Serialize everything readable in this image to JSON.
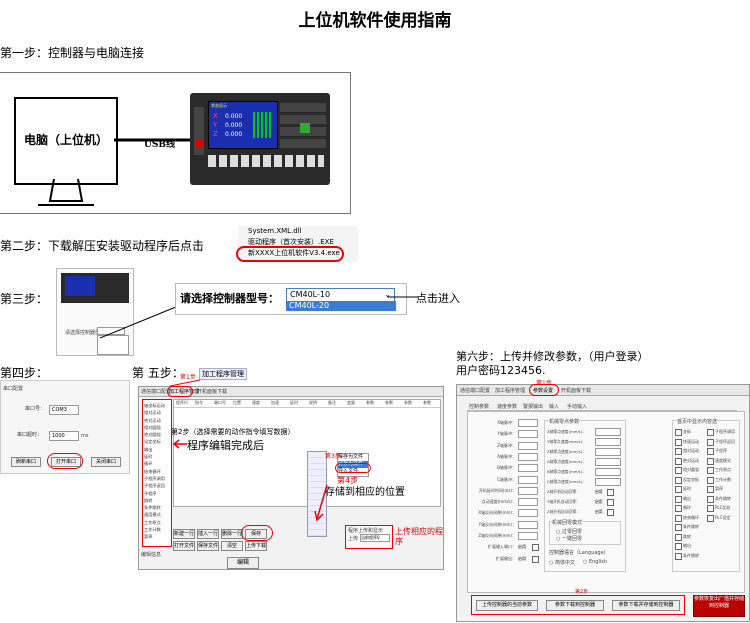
{
  "title": "上位机软件使用指南",
  "step1": {
    "label": "第一步：控制器与电脑连接",
    "pc": "电脑（上位机）",
    "usb": "USB线"
  },
  "step2": {
    "label": "第二步：下载解压安装驱动程序后点击",
    "files": [
      "System.XML.dll",
      "驱动程序（首次安装）.EXE",
      "新XXXX上位机软件V3.4.exe"
    ]
  },
  "step3": {
    "label": "第三步：",
    "prompt": "请选择控制器型号：",
    "selected": "CM40L-10",
    "options": [
      "CM40L-10",
      "CM40L-20"
    ],
    "note": "点击进入",
    "card_text": "请选择控制器型号"
  },
  "step4": {
    "label": "第四步：",
    "panel_title": "串口配置",
    "port_label": "串口号：",
    "port_value": "COM3",
    "timeout_label": "串口超时：",
    "timeout_value": "1000",
    "timeout_unit": "ms",
    "refresh": "刷新串口",
    "open": "打开串口",
    "close": "关闭串口"
  },
  "step5": {
    "label": "第 五步：",
    "tab_callout": "加工程序管理",
    "step1_tag": "第1步",
    "tabs": [
      "通信端口配置",
      "加工程序管理",
      "开机面板下载"
    ],
    "cols": [
      "程序行",
      "指令",
      "端口号",
      "位置",
      "速度",
      "加速",
      "延时",
      "说明",
      "备注",
      "变量",
      "参数",
      "参数",
      "参数",
      "参数"
    ],
    "cmd_list": [
      "轴坐标运动",
      "相对运动",
      "绝对运动",
      "相对圆弧",
      "绝对圆弧",
      "设定坐标",
      "输出",
      "延时",
      "循环",
      "结束循环",
      "子程序调用",
      "子程序返回",
      "子程序",
      "跳转",
      "条件跳转",
      "速度模式",
      "工作原点",
      "工作计数",
      "暂停"
    ],
    "step2_note": "第2步（选择需要的动作指令填写数据）",
    "edit_note": "程序编辑完成后",
    "step3_tag": "第3步",
    "menu": [
      "保存为文件",
      "另存为文件",
      "导入文件"
    ],
    "save_note": "存储到相应的位置",
    "step4_tag": "第4步",
    "upload_note": "上传相应的程序",
    "buttons": [
      "新建一行",
      "插入一行",
      "删除一行",
      "保存",
      "打开文件",
      "保存文件",
      "清空",
      "上传下载"
    ],
    "upload_box_title": "程序上传和显示",
    "upload_label": "上传",
    "upload_field": "当前程序0",
    "bottom_btn": "编辑",
    "status": "编辑信息"
  },
  "step6": {
    "label": "第六步：上传并修改参数，（用户登录）",
    "password": "用户密码123456.",
    "step1_tag": "第1步",
    "tabs": [
      "通信端口配置",
      "加工程序管理",
      "参数设置",
      "开机面板下载"
    ],
    "subtabs": [
      "控制参数",
      "速度参数",
      "警报输出",
      "输入",
      "手动输入"
    ],
    "left_fields": [
      "X轴脉冲：",
      "Y轴脉冲：",
      "Z轴脉冲：",
      "A轴脉冲：",
      "B轴脉冲：",
      "C轴脉冲：",
      "开机延时时间(ms)：",
      "点动速度(mm/s)：",
      "X轴反向间隙(mm)：",
      "Y轴反向间隙(mm)：",
      "Z轴反向间隙(mm)：",
      "扩展输入端口：",
      "扩展输出："
    ],
    "enable": "启用",
    "mid_title": "机械零点参数",
    "mid_fields": [
      "X轴零点速度(mm/s)：",
      "Y轴零点速度(mm/s)：",
      "Z轴零点速度(mm/s)：",
      "A轴零点速度(mm/s)：",
      "B轴零点速度(mm/s)：",
      "C轴零点速度(mm/s)：",
      "X轴开机自动回零：",
      "Y轴开机自动回零：",
      "Z轴开机自动回零："
    ],
    "mode_title": "机械回零模式",
    "modes": [
      "过零回零",
      "一键回零"
    ],
    "lang_title": "控制器语言（Language）",
    "langs": [
      "简体中文",
      "English"
    ],
    "right_title": "首页中显示内容选",
    "right_col1": [
      "坐标",
      "快速运动",
      "相对运动",
      "绝对运动",
      "相对圆弧",
      "设定坐标",
      "延时",
      "输出",
      "循环",
      "结束循环",
      "条件跳转",
      "跳转",
      "输出",
      "条件跳转"
    ],
    "right_col2": [
      "子程序调用",
      "子程序返回",
      "子程序",
      "速度模式",
      "工作原点",
      "工作计数",
      "暂停",
      "条件跳转",
      "PLC比较",
      "PLC设定"
    ],
    "bottom_buttons": [
      "上传控制器的当前参数",
      "参数下载到控制器",
      "参数下载并存储到控制器"
    ],
    "step2_tag": "第2步",
    "red_button": "参数恢复出厂值并存储到控制器"
  },
  "controller": {
    "screen_title": "状态显示",
    "axes": [
      "X",
      "Y",
      "Z"
    ],
    "values": [
      "0.000",
      "0.000",
      "0.000"
    ]
  }
}
